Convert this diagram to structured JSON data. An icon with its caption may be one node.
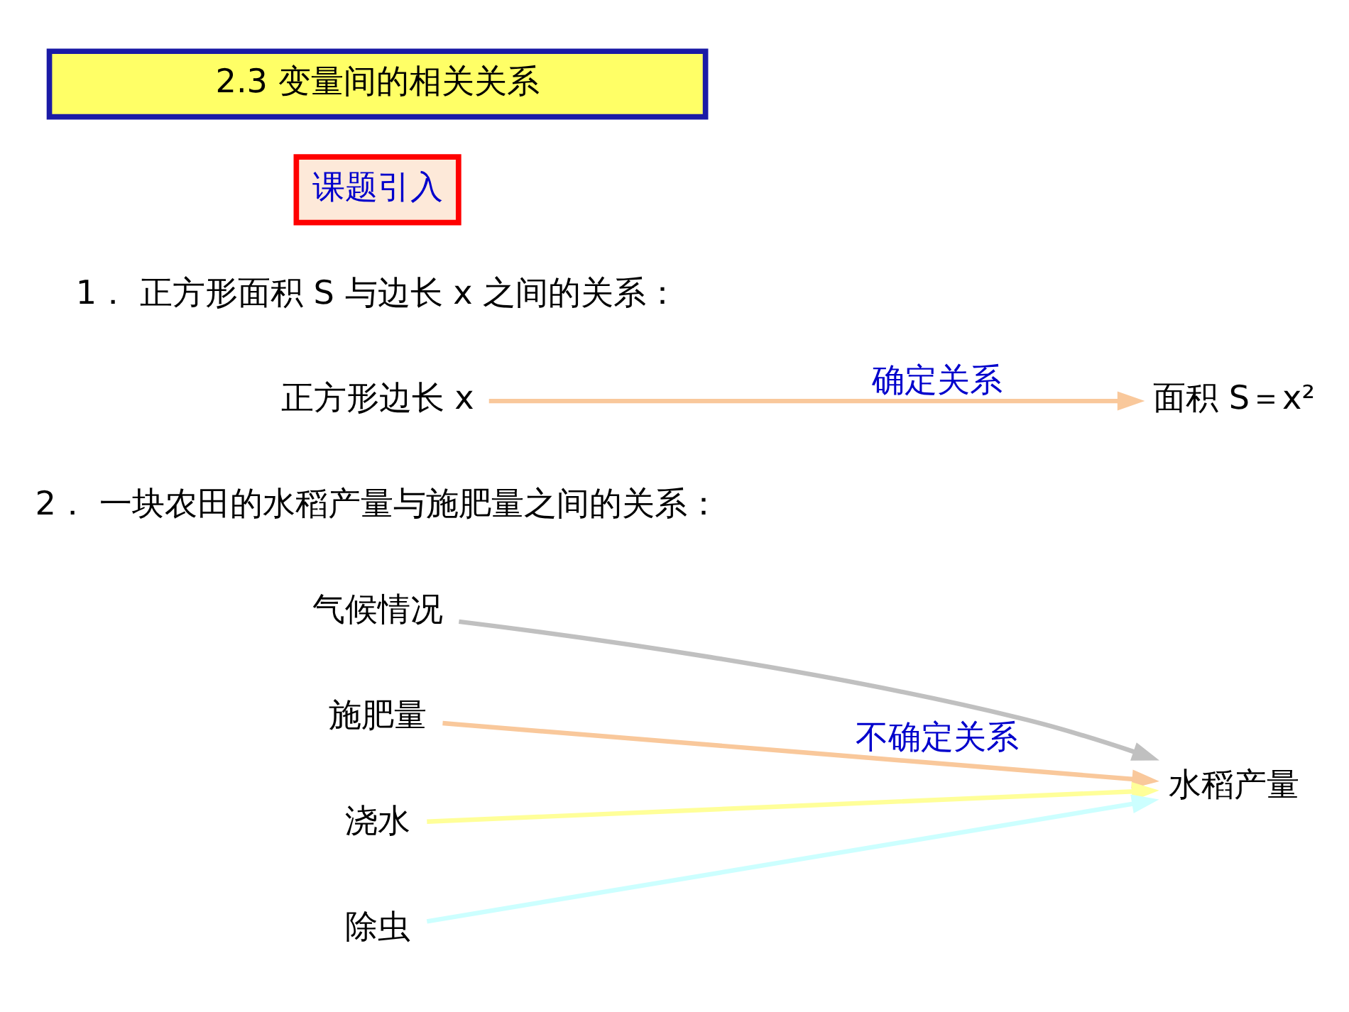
{
  "diagram": {
    "nodes": [
      {
        "text": [
          "2.3 变量间的相关关系"
        ]
      },
      {
        "text": [
          "课题引入"
        ]
      },
      {
        "text": [
          "正方形边长 x"
        ]
      },
      {
        "text": [
          "面积 S＝x²"
        ]
      },
      {
        "text": [
          "气候情况"
        ]
      },
      {
        "text": [
          "施肥量"
        ]
      },
      {
        "text": [
          "浇水"
        ]
      },
      {
        "text": [
          "除虫"
        ]
      },
      {
        "text": [
          "水稻产量"
        ]
      }
    ],
    "edges": [
      {
        "from": 2,
        "to": 3,
        "arrow": "to",
        "label": "确定关系",
        "color": "#f9c89b"
      },
      {
        "from": 4,
        "to": 8,
        "arrow": "to",
        "color": "#c0c0c0"
      },
      {
        "from": 5,
        "to": 8,
        "arrow": "to",
        "label": "不确定关系",
        "color": "#f9c89b"
      },
      {
        "from": 6,
        "to": 8,
        "arrow": "to",
        "color": "#ffff99"
      },
      {
        "from": 7,
        "to": 8,
        "arrow": "to",
        "color": "#ccffff"
      }
    ],
    "labels": [
      "1． 正方形面积 S 与边长 x 之间的关系：",
      "2． 一块农田的水稻产量与施肥量之间的关系："
    ]
  }
}
